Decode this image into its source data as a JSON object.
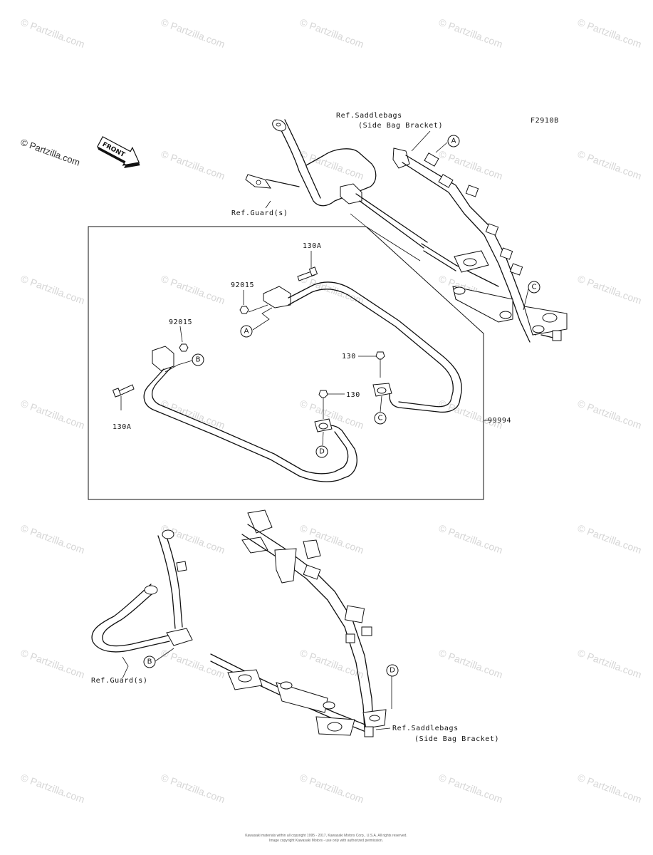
{
  "watermark": {
    "text": "© Partzilla.com"
  },
  "figure_code": "F2910B",
  "front_arrow": "FRONT",
  "top_assembly": {
    "saddlebag_ref_line1": "Ref.Saddlebags",
    "saddlebag_ref_line2": "(Side Bag Bracket)",
    "guard_ref": "Ref.Guard(s)"
  },
  "kit": {
    "part_number": "99994",
    "bolt_a_right": "130A",
    "bolt_a_left": "130A",
    "nut_right": "92015",
    "nut_left": "92015",
    "bolt_c": "130",
    "bolt_d": "130"
  },
  "bottom_assembly": {
    "guard_ref": "Ref.Guard(s)",
    "saddlebag_ref_line1": "Ref.Saddlebags",
    "saddlebag_ref_line2": "(Side Bag Bracket)"
  },
  "callouts": {
    "a": "A",
    "b": "B",
    "c": "C",
    "d": "D"
  },
  "footer": {
    "line1": "Kawasaki materials within all copyright 1995 - 2017, Kawasaki Motors Corp., U.S.A. All rights reserved.",
    "line2": "Image copyright Kawasaki Motors - use only with authorized permission."
  }
}
